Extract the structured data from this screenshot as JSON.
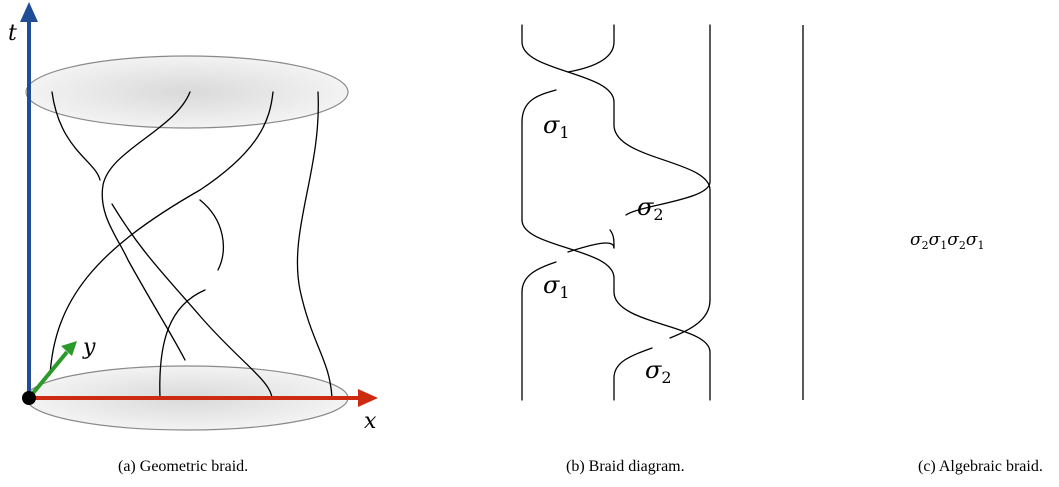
{
  "panel_a": {
    "caption": "(a) Geometric braid.",
    "axis_t": "t",
    "axis_x": "x",
    "axis_y": "y",
    "colors": {
      "t_axis": "#1f4e96",
      "x_axis": "#cc2b12",
      "y_axis": "#2a9a2a",
      "disk_edge": "#8a8a8a"
    }
  },
  "panel_b": {
    "caption": "(b) Braid diagram.",
    "generators": [
      {
        "symbol": "σ",
        "index": "1"
      },
      {
        "symbol": "σ",
        "index": "2"
      },
      {
        "symbol": "σ",
        "index": "1"
      },
      {
        "symbol": "σ",
        "index": "2"
      }
    ]
  },
  "panel_c": {
    "caption": "(c) Algebraic braid.",
    "word": [
      {
        "symbol": "σ",
        "index": "2"
      },
      {
        "symbol": "σ",
        "index": "1"
      },
      {
        "symbol": "σ",
        "index": "2"
      },
      {
        "symbol": "σ",
        "index": "1"
      }
    ]
  }
}
